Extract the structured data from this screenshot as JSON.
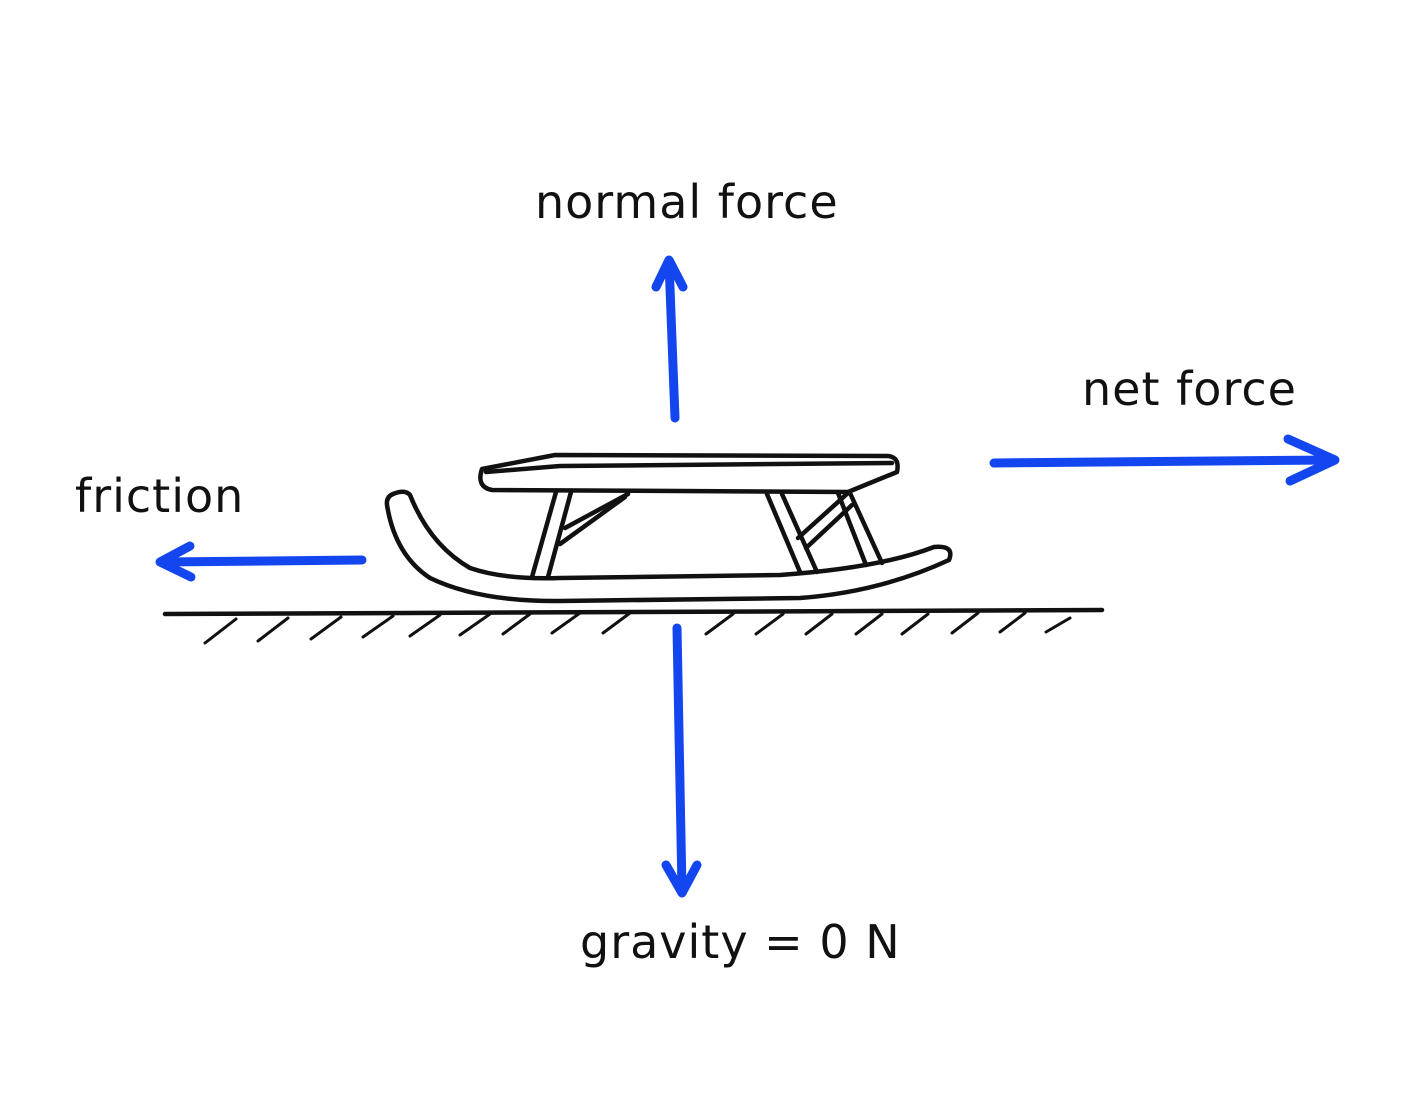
{
  "labels": {
    "normal_force": "normal force",
    "net_force": "net force",
    "friction": "friction",
    "gravity": "gravity = 0 N"
  },
  "colors": {
    "arrow": "#1446f0",
    "ink": "#111111",
    "background": "#ffffff"
  }
}
